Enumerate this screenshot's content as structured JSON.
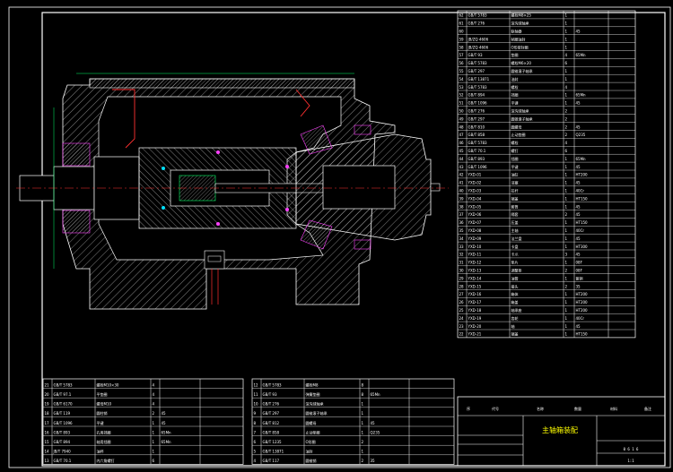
{
  "drawing": {
    "title_block": {
      "name": "主轴箱装配",
      "header_labels": [
        "序",
        "代号",
        "名称",
        "数量",
        "材料",
        "备注"
      ],
      "footer_code": "0 6 1 6",
      "scale": "1:1"
    },
    "bom_right_rows": [
      [
        "62",
        "GB/T 5783",
        "螺栓M8×25",
        "1",
        "",
        ""
      ],
      [
        "61",
        "GB/T 276",
        "深沟球轴承",
        "1",
        "",
        ""
      ],
      [
        "60",
        "",
        "联轴器",
        "1",
        "45",
        ""
      ],
      [
        "59",
        "JB/ZQ 4606",
        "毡圈油封",
        "1",
        "",
        ""
      ],
      [
        "58",
        "JB/ZQ 4606",
        "O形密封圈",
        "1",
        "",
        ""
      ],
      [
        "57",
        "GB/T 93",
        "垫圈",
        "4",
        "65Mn",
        ""
      ],
      [
        "56",
        "GB/T 5783",
        "螺栓M6×20",
        "6",
        "",
        ""
      ],
      [
        "55",
        "GB/T 297",
        "圆锥滚子轴承",
        "1",
        "",
        ""
      ],
      [
        "54",
        "GB/T 13871",
        "油封",
        "1",
        "",
        ""
      ],
      [
        "53",
        "GB/T 5783",
        "螺栓",
        "4",
        "",
        ""
      ],
      [
        "52",
        "GB/T 894",
        "挡圈",
        "1",
        "65Mn",
        ""
      ],
      [
        "51",
        "GB/T 1096",
        "平键",
        "1",
        "45",
        ""
      ],
      [
        "50",
        "GB/T 276",
        "深沟球轴承",
        "2",
        "",
        ""
      ],
      [
        "49",
        "GB/T 297",
        "圆锥滚子轴承",
        "2",
        "",
        ""
      ],
      [
        "48",
        "GB/T 810",
        "圆螺母",
        "2",
        "45",
        ""
      ],
      [
        "47",
        "GB/T 858",
        "止动垫圈",
        "2",
        "Q235",
        ""
      ],
      [
        "46",
        "GB/T 5783",
        "螺栓",
        "4",
        "",
        ""
      ],
      [
        "45",
        "GB/T 70.1",
        "螺钉",
        "6",
        "",
        ""
      ],
      [
        "44",
        "GB/T 893",
        "挡圈",
        "1",
        "65Mn",
        ""
      ],
      [
        "43",
        "GB/T 1096",
        "平键",
        "1",
        "45",
        ""
      ],
      [
        "42",
        "YXD-01",
        "油缸",
        "1",
        "HT200",
        ""
      ],
      [
        "41",
        "YXD-02",
        "活塞",
        "1",
        "45",
        ""
      ],
      [
        "40",
        "YXD-03",
        "拉杆",
        "1",
        "40Cr",
        ""
      ],
      [
        "39",
        "YXD-04",
        "端盖",
        "1",
        "HT150",
        ""
      ],
      [
        "38",
        "YXD-05",
        "套筒",
        "1",
        "45",
        ""
      ],
      [
        "37",
        "YXD-06",
        "隔套",
        "2",
        "45",
        ""
      ],
      [
        "36",
        "YXD-07",
        "压盖",
        "1",
        "HT150",
        ""
      ],
      [
        "35",
        "YXD-08",
        "主轴",
        "1",
        "40Cr",
        ""
      ],
      [
        "34",
        "YXD-09",
        "法兰盘",
        "1",
        "45",
        ""
      ],
      [
        "33",
        "YXD-10",
        "卡盘",
        "1",
        "HT300",
        ""
      ],
      [
        "32",
        "YXD-11",
        "卡爪",
        "3",
        "45",
        ""
      ],
      [
        "31",
        "YXD-12",
        "垫片",
        "1",
        "08F",
        ""
      ],
      [
        "30",
        "YXD-13",
        "调整垫",
        "2",
        "08F",
        ""
      ],
      [
        "29",
        "YXD-14",
        "油管",
        "1",
        "紫铜",
        ""
      ],
      [
        "28",
        "YXD-15",
        "接头",
        "2",
        "35",
        ""
      ],
      [
        "27",
        "YXD-16",
        "箱体",
        "1",
        "HT200",
        ""
      ],
      [
        "26",
        "YXD-17",
        "箱盖",
        "1",
        "HT200",
        ""
      ],
      [
        "25",
        "YXD-18",
        "轴承座",
        "1",
        "HT200",
        ""
      ],
      [
        "24",
        "YXD-19",
        "齿轮",
        "1",
        "40Cr",
        ""
      ],
      [
        "23",
        "YXD-20",
        "轴",
        "1",
        "45",
        ""
      ],
      [
        "22",
        "YXD-21",
        "端盖",
        "1",
        "HT150",
        ""
      ]
    ],
    "bom_left_rows": [
      [
        "21",
        "GB/T 5783",
        "螺栓M10×30",
        "4",
        "",
        ""
      ],
      [
        "20",
        "GB/T 97.1",
        "平垫圈",
        "4",
        "",
        ""
      ],
      [
        "19",
        "GB/T 6170",
        "螺母M10",
        "4",
        "",
        ""
      ],
      [
        "18",
        "GB/T 119",
        "圆柱销",
        "2",
        "45",
        ""
      ],
      [
        "17",
        "GB/T 1096",
        "平键",
        "1",
        "45",
        ""
      ],
      [
        "16",
        "GB/T 893",
        "孔用挡圈",
        "1",
        "65Mn",
        ""
      ],
      [
        "15",
        "GB/T 894",
        "轴用挡圈",
        "1",
        "65Mn",
        ""
      ],
      [
        "14",
        "JB/T 7940",
        "油杯",
        "1",
        "",
        ""
      ],
      [
        "13",
        "GB/T 70.1",
        "内六角螺钉",
        "6",
        "",
        ""
      ]
    ],
    "bom_mid_rows": [
      [
        "12",
        "GB/T 5783",
        "螺栓M8",
        "8",
        "",
        ""
      ],
      [
        "11",
        "GB/T 93",
        "弹簧垫圈",
        "8",
        "65Mn",
        ""
      ],
      [
        "10",
        "GB/T 276",
        "深沟球轴承",
        "1",
        "",
        ""
      ],
      [
        "9",
        "GB/T 297",
        "圆锥滚子轴承",
        "1",
        "",
        ""
      ],
      [
        "8",
        "GB/T 812",
        "圆螺母",
        "1",
        "45",
        ""
      ],
      [
        "7",
        "GB/T 858",
        "止动垫圈",
        "1",
        "Q235",
        ""
      ],
      [
        "6",
        "GB/T 1235",
        "O形圈",
        "2",
        "",
        ""
      ],
      [
        "5",
        "GB/T 13871",
        "油封",
        "1",
        "",
        ""
      ],
      [
        "4",
        "GB/T 117",
        "圆锥销",
        "2",
        "35",
        ""
      ]
    ],
    "colors": {
      "frame": "#ffffff",
      "hatch": "#e8e8e8",
      "part_red": "#ff3030",
      "dim_green": "#00ff66",
      "magenta": "#ff40ff",
      "cyan": "#00e0ff",
      "yellow": "#ffff00"
    }
  }
}
